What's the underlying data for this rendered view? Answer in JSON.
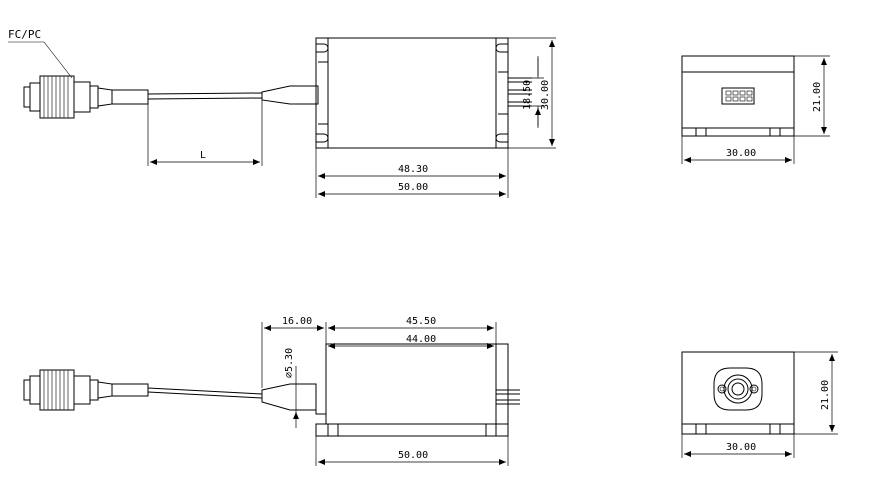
{
  "connector_label": "FC/PC",
  "top_view": {
    "fiber_length": "L",
    "inner_width": "48.30",
    "outer_width": "50.00",
    "pin_spacing": "18.50",
    "body_height": "30.00"
  },
  "end_view_top": {
    "width": "30.00",
    "height": "21.00"
  },
  "side_view": {
    "lead_length": "16.00",
    "overall": "45.50",
    "body_length": "44.00",
    "fiber_diameter": "∅5.30",
    "base_length": "50.00"
  },
  "end_view_bottom": {
    "width": "30.00",
    "height": "21.00"
  }
}
